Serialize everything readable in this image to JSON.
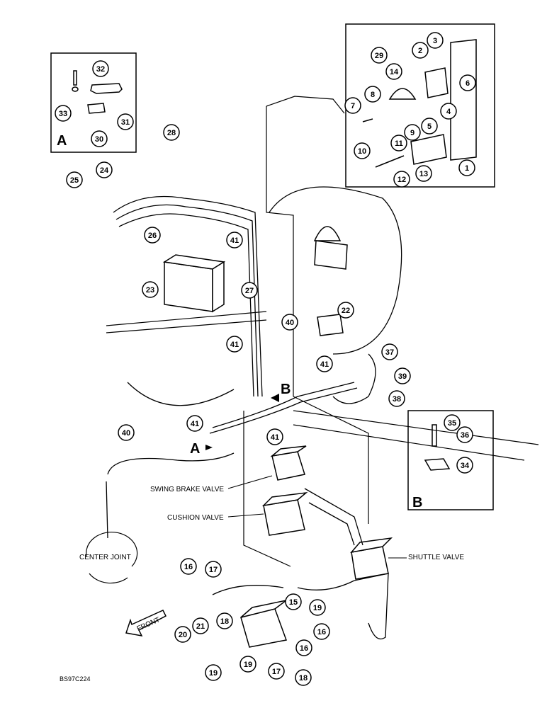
{
  "document_ref": "BS97C224",
  "labels": {
    "swing_brake_valve": "SWING BRAKE VALVE",
    "cushion_valve": "CUSHION VALVE",
    "shuttle_valve": "SHUTTLE VALVE",
    "center_joint": "CENTER JOINT",
    "front": "FRONT"
  },
  "views": {
    "a": "A",
    "b": "B"
  },
  "callouts": [
    "1",
    "2",
    "3",
    "4",
    "5",
    "6",
    "7",
    "8",
    "9",
    "10",
    "11",
    "12",
    "13",
    "14",
    "15",
    "16",
    "17",
    "18",
    "19",
    "20",
    "21",
    "22",
    "23",
    "24",
    "25",
    "26",
    "27",
    "28",
    "29",
    "30",
    "31",
    "32",
    "33",
    "34",
    "35",
    "36",
    "37",
    "38",
    "39",
    "40",
    "41"
  ]
}
